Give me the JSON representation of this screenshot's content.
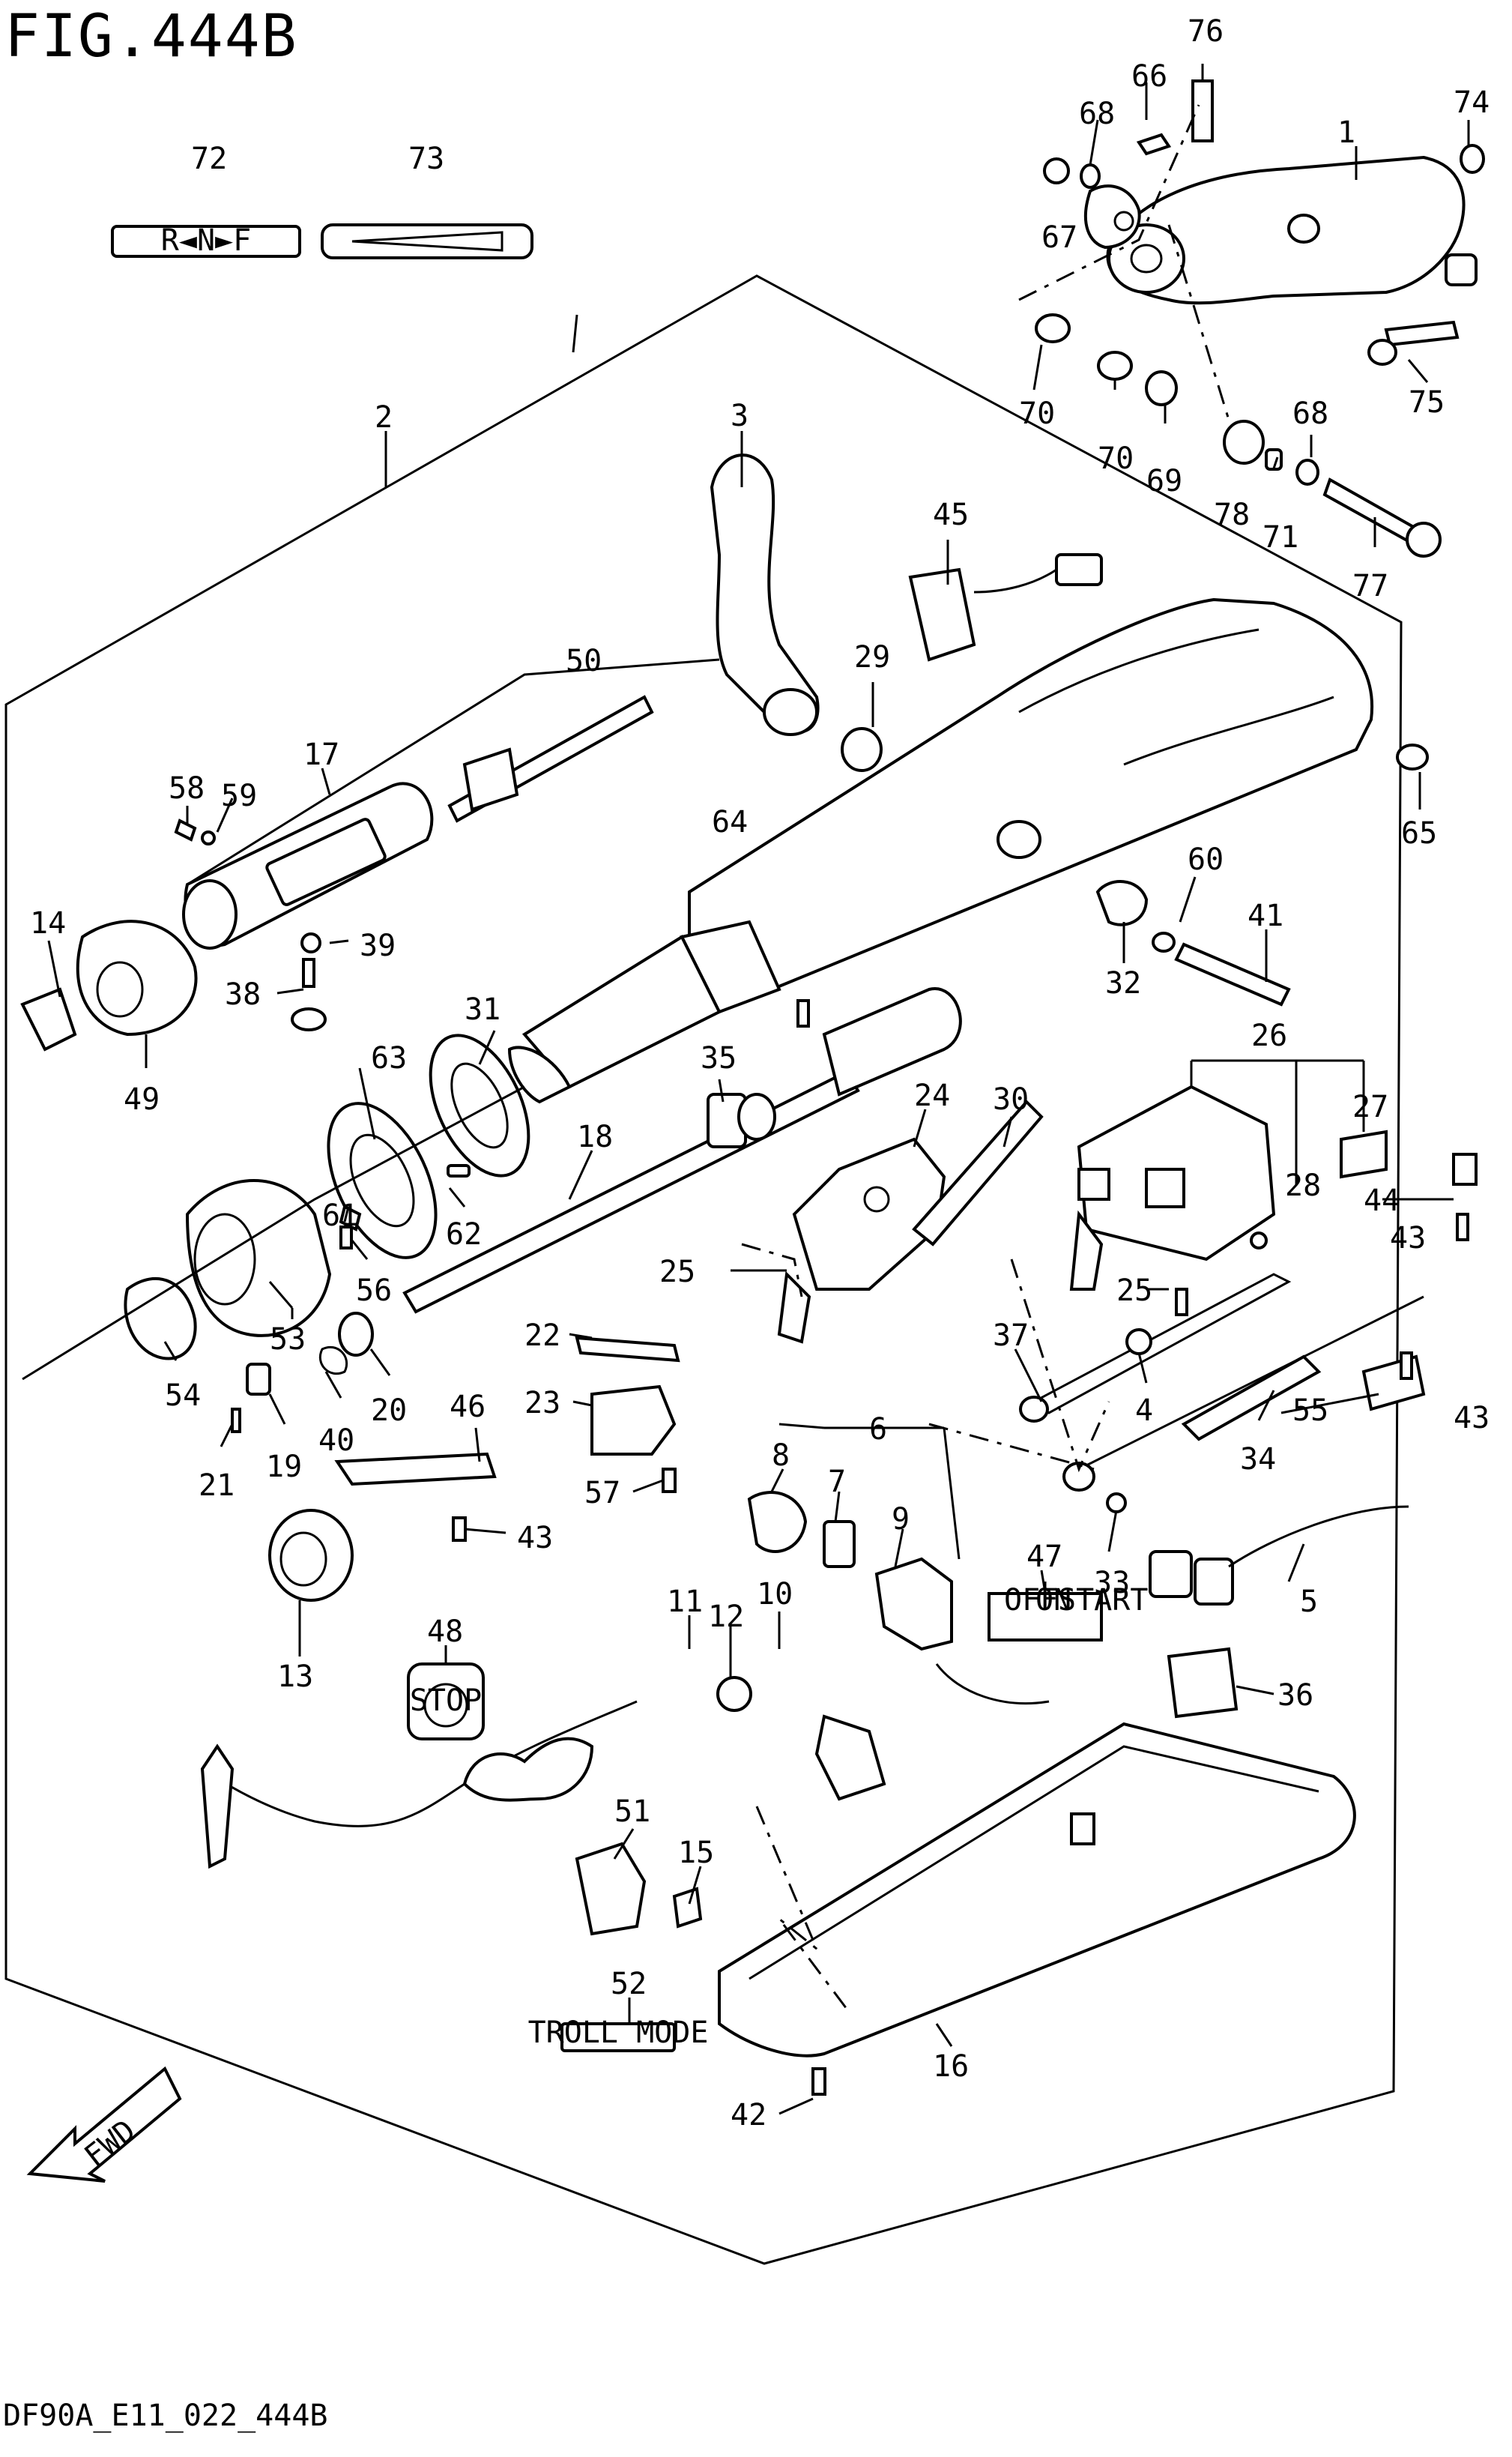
{
  "figure": {
    "title": "FIG.444B",
    "code": "DF90A_E11_022_444B"
  },
  "decals": {
    "shift_label": "R◄N►F",
    "trim_decal": "",
    "stop_label": "STOP",
    "troll_label": "TROLL MODE",
    "switch_off": "OFF",
    "switch_on": "ON",
    "switch_start": "START",
    "fwd_label": "FWD"
  },
  "callouts": [
    "1",
    "2",
    "3",
    "4",
    "5",
    "6",
    "7",
    "8",
    "9",
    "10",
    "11",
    "12",
    "13",
    "14",
    "15",
    "16",
    "17",
    "18",
    "19",
    "20",
    "21",
    "22",
    "23",
    "24",
    "25",
    "25",
    "26",
    "27",
    "28",
    "29",
    "30",
    "31",
    "32",
    "33",
    "34",
    "35",
    "36",
    "37",
    "38",
    "39",
    "40",
    "41",
    "42",
    "43",
    "43",
    "43",
    "44",
    "45",
    "46",
    "47",
    "48",
    "49",
    "50",
    "51",
    "52",
    "53",
    "54",
    "55",
    "56",
    "57",
    "58",
    "59",
    "60",
    "61",
    "62",
    "63",
    "64",
    "65",
    "66",
    "67",
    "68",
    "68",
    "69",
    "70",
    "70",
    "71",
    "72",
    "73",
    "74",
    "75",
    "76",
    "77",
    "78"
  ]
}
